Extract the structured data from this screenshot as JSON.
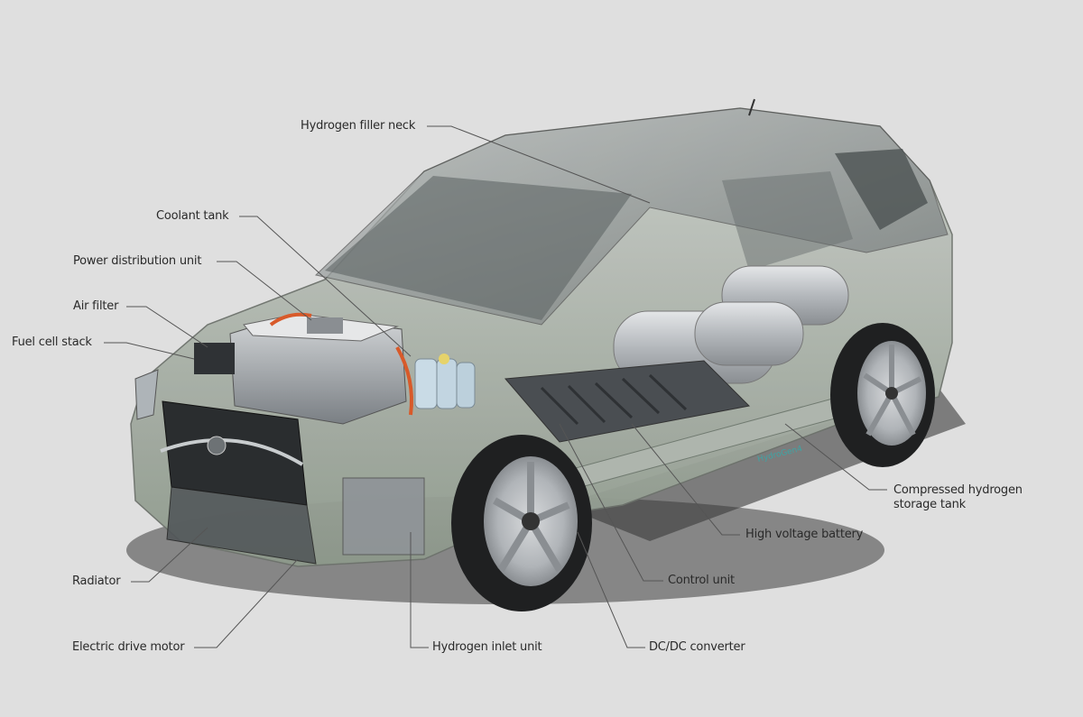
{
  "diagram": {
    "subject": "Hydrogen fuel cell SUV cutaway",
    "background_color": "#dfdfdf",
    "label_color": "#2a2a2a",
    "leader_line_color": "#555555",
    "labels": [
      {
        "id": "hydrogen-filler-neck",
        "text": "Hydrogen filler neck"
      },
      {
        "id": "coolant-tank",
        "text": "Coolant tank"
      },
      {
        "id": "power-distribution-unit",
        "text": "Power distribution unit"
      },
      {
        "id": "air-filter",
        "text": "Air filter"
      },
      {
        "id": "fuel-cell-stack",
        "text": "Fuel cell stack"
      },
      {
        "id": "radiator",
        "text": "Radiator"
      },
      {
        "id": "electric-drive-motor",
        "text": "Electric drive motor"
      },
      {
        "id": "hydrogen-inlet-unit",
        "text": "Hydrogen inlet unit"
      },
      {
        "id": "dc-dc-converter",
        "text": "DC/DC converter"
      },
      {
        "id": "control-unit",
        "text": "Control unit"
      },
      {
        "id": "high-voltage-battery",
        "text": "High voltage battery"
      },
      {
        "id": "compressed-hydrogen-storage-tank",
        "text": "Compressed hydrogen",
        "text2": "storage tank"
      }
    ]
  }
}
